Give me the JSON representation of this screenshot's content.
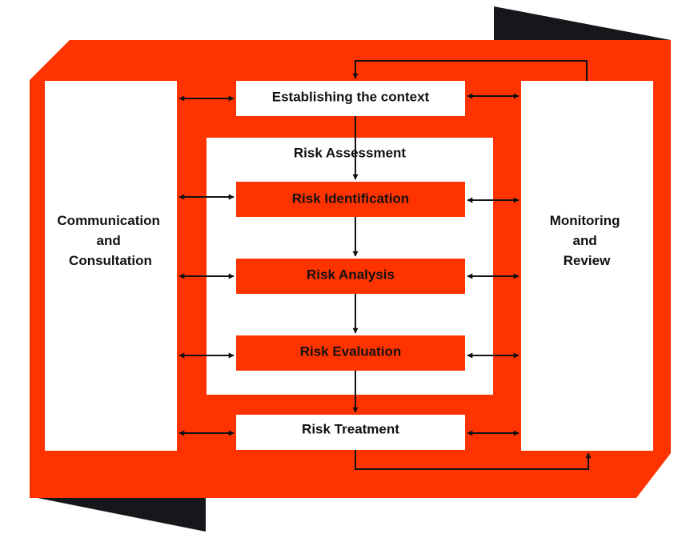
{
  "colors": {
    "accent": "#ff3300",
    "dark": "#16171b",
    "panel": "#ffffff",
    "text": "#111111"
  },
  "diagram": {
    "left_panel": {
      "lines": [
        "Communication",
        "and",
        "Consultation"
      ]
    },
    "right_panel": {
      "lines": [
        "Monitoring",
        "and",
        "Review"
      ]
    },
    "context": {
      "label": "Establishing the context"
    },
    "assessment": {
      "title": "Risk Assessment",
      "steps": [
        {
          "label": "Risk Identification"
        },
        {
          "label": "Risk Analysis"
        },
        {
          "label": "Risk Evaluation"
        }
      ]
    },
    "treatment": {
      "label": "Risk Treatment"
    }
  }
}
